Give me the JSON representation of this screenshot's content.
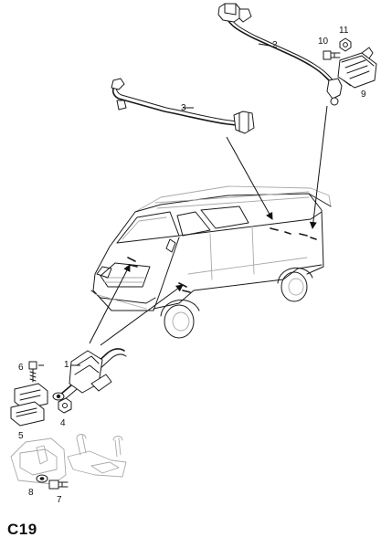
{
  "figure": {
    "page_code": "C19",
    "callouts": {
      "c1": "1",
      "c2": "2",
      "c3": "3",
      "c4": "4",
      "c5": "5",
      "c6": "6",
      "c7": "7",
      "c8": "8",
      "c9": "9",
      "c10": "10",
      "c11": "11"
    }
  }
}
